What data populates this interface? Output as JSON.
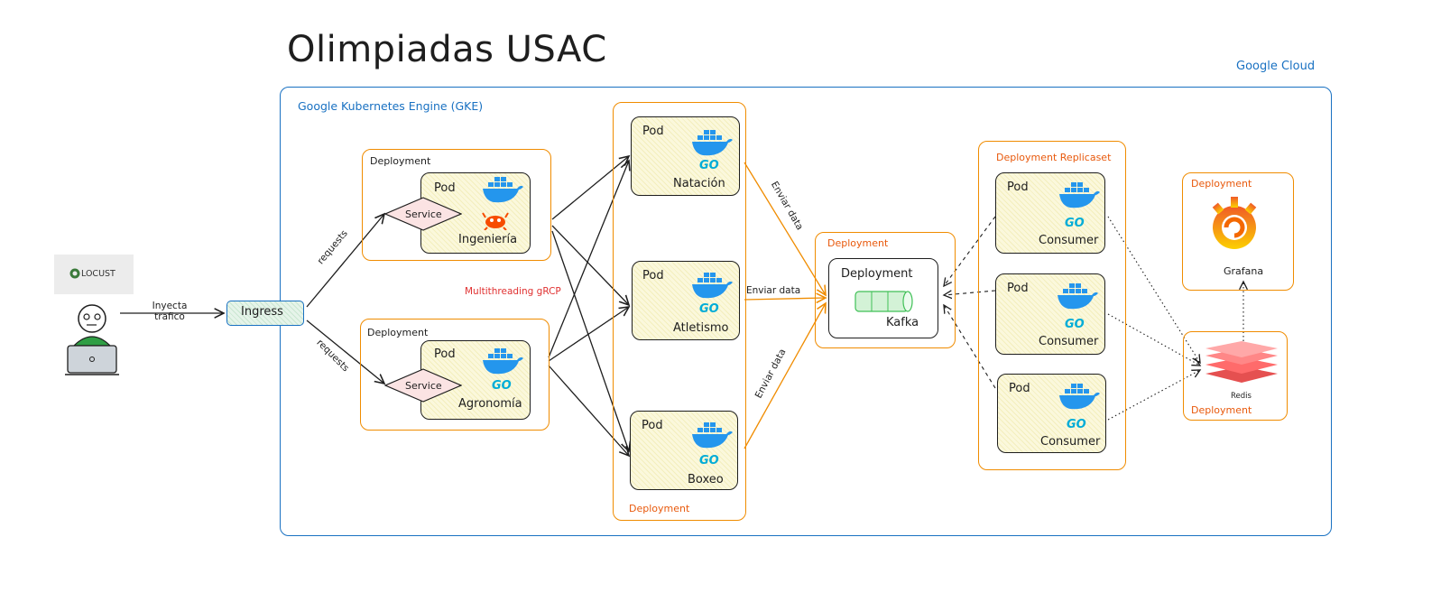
{
  "title": "Olimpiadas USAC",
  "cloud": {
    "label": "Google Cloud"
  },
  "gke": {
    "label": "Google Kubernetes Engine (GKE)"
  },
  "locust": {
    "label": "LOCUST"
  },
  "user": {
    "edge_label": "Inyecta trafico"
  },
  "ingress": {
    "label": "Ingress"
  },
  "requests_label": "requests",
  "grpc_label": "Multithreading gRCP",
  "deployment_label": "Deployment",
  "pod_label": "Pod",
  "service_label": "Service",
  "go_label": "GO",
  "ingenieria": {
    "name": "Ingeniería"
  },
  "agronomia": {
    "name": "Agronomía"
  },
  "sports": {
    "natacion": "Natación",
    "atletismo": "Atletismo",
    "boxeo": "Boxeo"
  },
  "enviar_label": "Enviar data",
  "kafka": {
    "name": "Kafka"
  },
  "replicaset": {
    "label": "Deployment Replicaset"
  },
  "consumer_label": "Consumer",
  "grafana": {
    "name": "Grafana"
  },
  "redis": {
    "name": "Redis"
  },
  "colors": {
    "blue": "#1971c2",
    "orange": "#f08c00",
    "go_blue": "#00acd7",
    "red": "#e03131",
    "grafana_orange": "#f46800",
    "redis_red": "#ff6b6b"
  }
}
